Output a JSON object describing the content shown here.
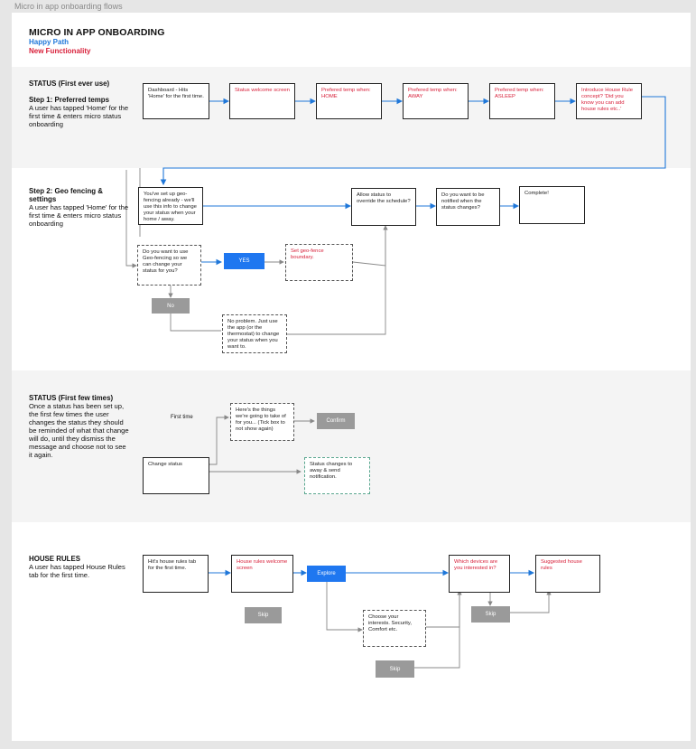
{
  "window": {
    "tab_label": "Micro in app onboarding flows"
  },
  "header": {
    "title": "MICRO IN APP ONBOARDING",
    "legend_happy": "Happy Path",
    "legend_new": "New Functionality",
    "colors": {
      "happy_path": "#1f77d9",
      "new_functionality": "#d8203a"
    }
  },
  "sections": {
    "status_first": {
      "title": "STATUS (First ever use)",
      "step1_title": "Step 1: Preferred temps",
      "step1_desc": "A user has tapped 'Home' for the first time & enters micro status onboarding",
      "nodes": {
        "dashboard": "Dashboard - Hits 'Home' for the first time.",
        "welcome": "Status welcome screen",
        "temp_home": "Prefered temp when: HOME",
        "temp_away": "Prefered temp when: AWAY",
        "temp_asleep": "Prefered temp when: ASLEEP",
        "house_rule": "Introduce House Rule concept? 'Did you know you can add house rules etc..'"
      }
    },
    "geofence": {
      "title": "Step 2: Geo fencing & settings",
      "desc": "A user has tapped 'Home' for the first time & enters micro status onboarding",
      "nodes": {
        "setup": "You've set up geo-fencing already - we'll use this info to change your status when your home / away.",
        "override": "Allow status to override the schedule?",
        "notify": "Do you want to be notified when the status changes?",
        "complete": "Complete!",
        "use_geo": "Do you want to use Geo-fencing so we can change your status for you?",
        "yes": "YES",
        "set_boundary": "Set geo-fence boundary.",
        "no": "No",
        "no_problem": "No problem. Just use the app (or the thermostat) to change your status when you want to."
      }
    },
    "status_few": {
      "title": "STATUS (First few times)",
      "desc": "Once a status has been set up, the first few times the user changes the status they should be reminded of what that change will do, until they dismiss the message and choose not to see it again.",
      "nodes": {
        "first_time": "First time",
        "things": "Here's the things we're going to take of for you... (Tick box to not show again)",
        "confirm": "Confirm",
        "change_status": "Change status",
        "changes_away": "Status changes to away & send notification."
      }
    },
    "house_rules": {
      "title": "HOUSE RULES",
      "desc": "A user has tapped House Rules tab for the first time.",
      "nodes": {
        "hits_tab": "Hit's house rules tab for the first time.",
        "welcome": "House rules welcome screen",
        "explore": "Explore",
        "which_devices": "Which devices are you interested in?",
        "suggested": "Suggested house rules",
        "skip1": "Skip",
        "interests": "Choose your interests. Security, Comfort etc.",
        "skip2": "Skip",
        "skip3": "Skip"
      }
    }
  }
}
